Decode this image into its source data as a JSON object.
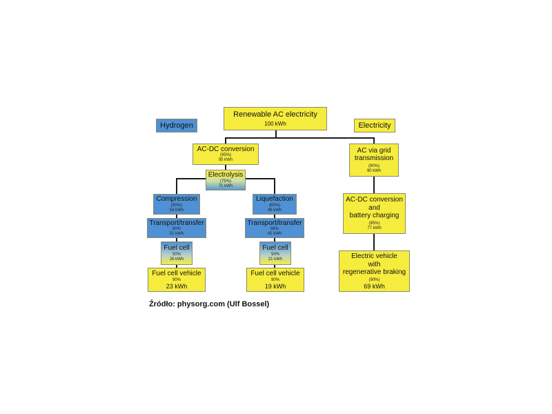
{
  "legend": {
    "hydrogen": "Hydrogen",
    "electricity": "Electricity"
  },
  "nodes": {
    "source": {
      "title": "Renewable AC electricity",
      "value": "100 kWh"
    },
    "acdc_h2": {
      "title": "AC-DC conversion",
      "pct": "(95%)",
      "value": "95 kWh"
    },
    "electrolysis": {
      "title": "Electrolysis",
      "pct": "(75%)",
      "value": "71 kWh"
    },
    "compression": {
      "title": "Compression",
      "pct": "(90%)",
      "value": "54 kWh"
    },
    "liquefaction": {
      "title": "Liquefaction",
      "pct": "(65%)",
      "value": "46 kWh"
    },
    "transport_left": {
      "title": "Transport/transfer",
      "pct": "80%",
      "value": "51 kWh"
    },
    "transport_right": {
      "title": "Transport/transfer",
      "pct": "86%",
      "value": "42 kWh"
    },
    "fuelcell_left": {
      "title": "Fuel cell",
      "pct": "50%",
      "value": "26 kWh"
    },
    "fuelcell_right": {
      "title": "Fuel cell",
      "pct": "50%",
      "value": "21 kWh"
    },
    "fcv_left": {
      "title": "Fuel cell vehicle",
      "pct": "90%",
      "value": "23 kWh"
    },
    "fcv_right": {
      "title": "Fuel cell vehicle",
      "pct": "90%",
      "value": "19 kWh"
    },
    "grid": {
      "line1": "AC via grid",
      "line2": "transmission",
      "pct": "(90%)",
      "value": "90 kWh"
    },
    "acdc_battery": {
      "line1": "AC-DC conversion",
      "line2": "and",
      "line3": "battery charging",
      "pct": "(85%)",
      "value": "77 kWh"
    },
    "ev": {
      "line1": "Electric vehicle",
      "line2": "with",
      "line3": "regenerative braking",
      "pct": "(90%)",
      "value": "69 kWh"
    }
  },
  "source_caption": "Źródło: physorg.com (Ulf Bossel)",
  "colors": {
    "hydrogen_blue": "#4f91d4",
    "electricity_yellow": "#f5ec3e",
    "connector": "#1a1a1a"
  }
}
